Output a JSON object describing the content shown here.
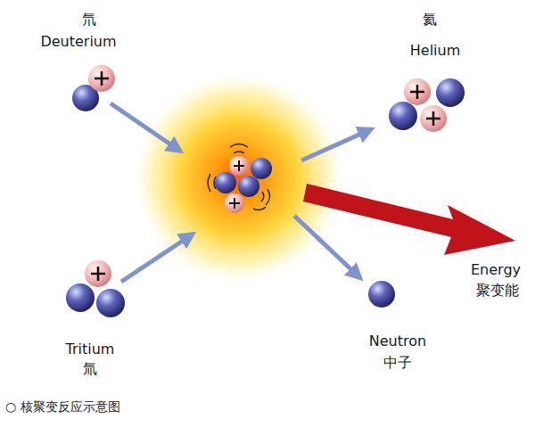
{
  "diagram": {
    "caption": "○ 核聚变反应示意图",
    "labels": [
      "氘",
      "Deuterium",
      "氦",
      "Helium",
      "Tritium",
      "氚",
      "Neutron",
      "中子",
      "Energy",
      "聚变能"
    ]
  }
}
